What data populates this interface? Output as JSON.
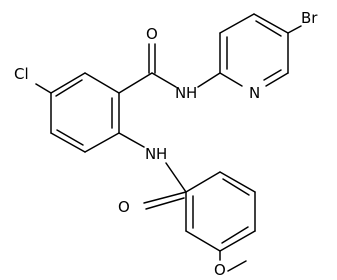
{
  "structure": {
    "atoms": {
      "o_amide_top": "O",
      "nh_amide_top": "N",
      "h_amide_top": "H",
      "br": "Br",
      "n_pyridine": "N",
      "cl": "Cl",
      "nh_amide_mid": "N",
      "h_amide_mid": "H",
      "o_amide_bottom": "O",
      "o_methoxy": "O"
    }
  }
}
